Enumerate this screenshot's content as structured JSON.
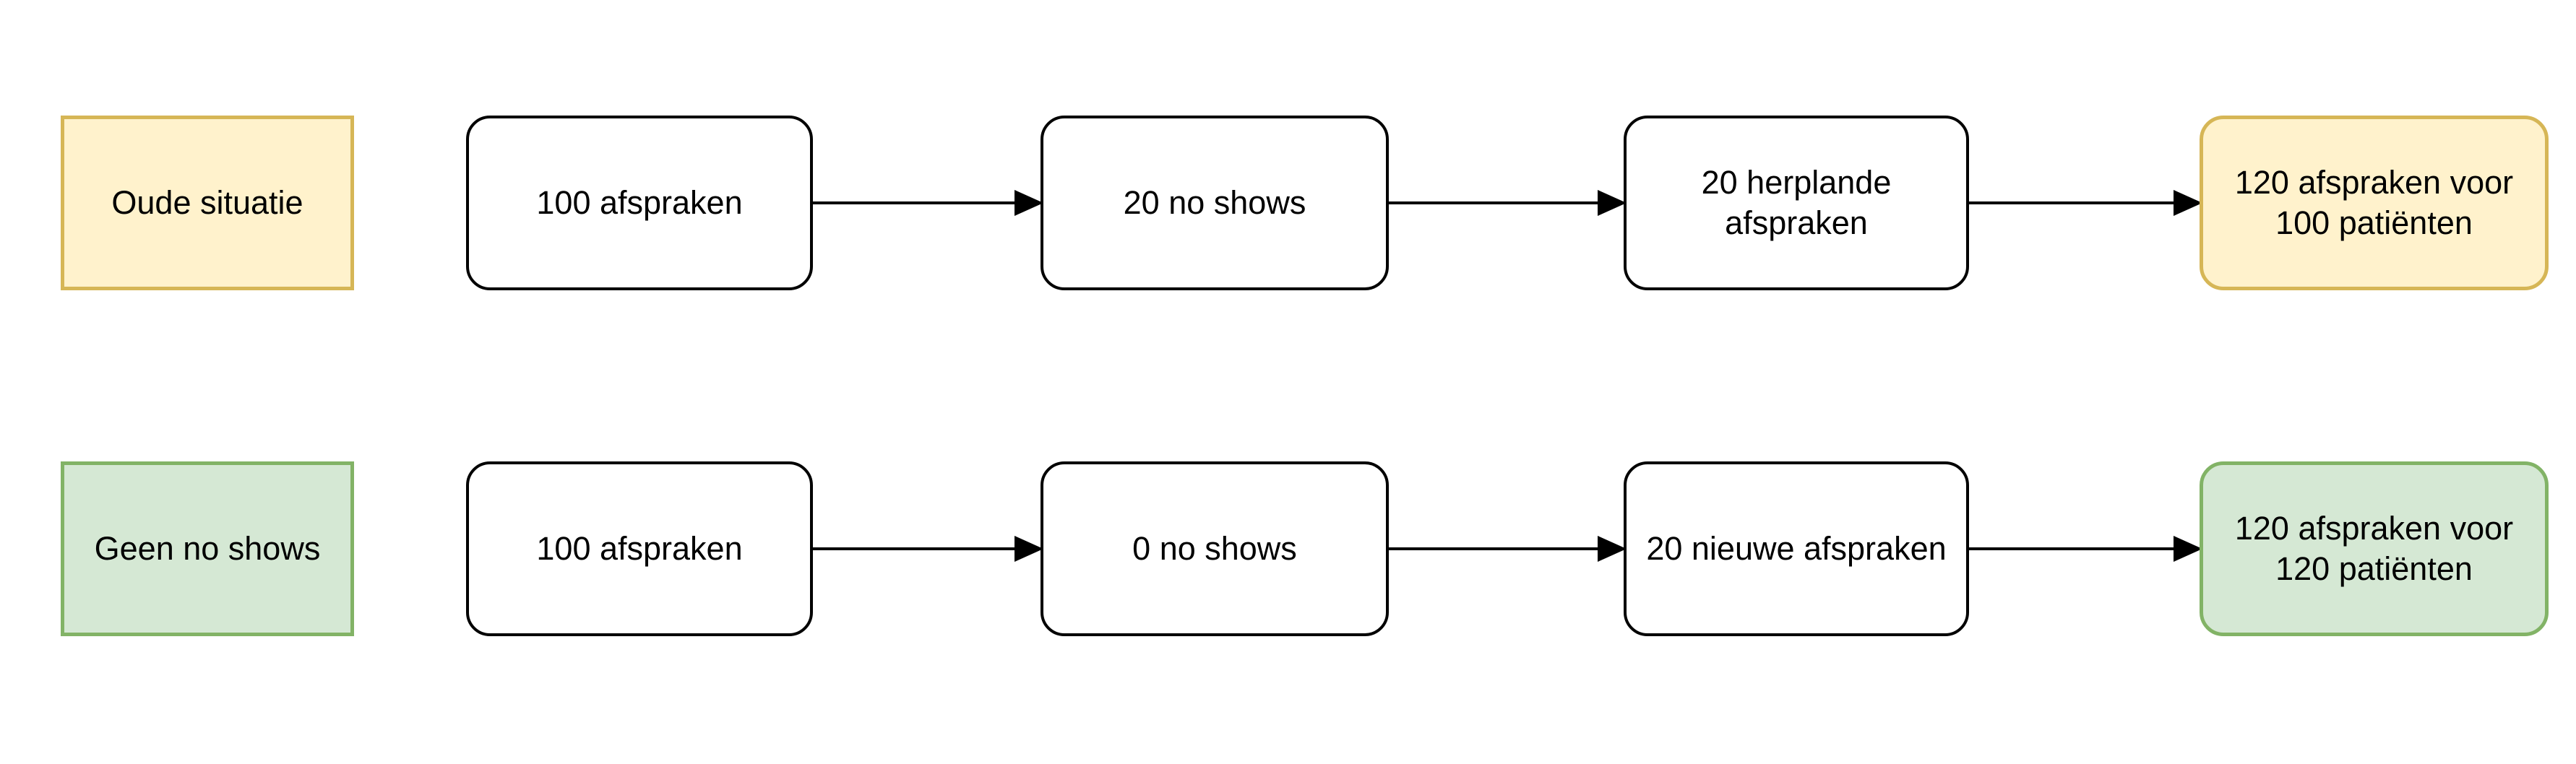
{
  "colors": {
    "background": "#ffffff",
    "yellow_fill": "#fff2cc",
    "yellow_border": "#d6b656",
    "green_fill": "#d5e8d4",
    "green_border": "#82b366",
    "box_fill": "#ffffff",
    "box_border": "#000000",
    "text": "#000000",
    "arrow": "#000000"
  },
  "rows": [
    {
      "label": "Oude situatie",
      "theme": "yellow",
      "steps": [
        "100 afspraken",
        "20 no shows",
        "20 herplande\nafspraken"
      ],
      "result": "120 afspraken voor\n100 patiënten"
    },
    {
      "label": "Geen no shows",
      "theme": "green",
      "steps": [
        "100 afspraken",
        "0 no shows",
        "20 nieuwe afspraken"
      ],
      "result": "120 afspraken voor\n120 patiënten"
    }
  ]
}
